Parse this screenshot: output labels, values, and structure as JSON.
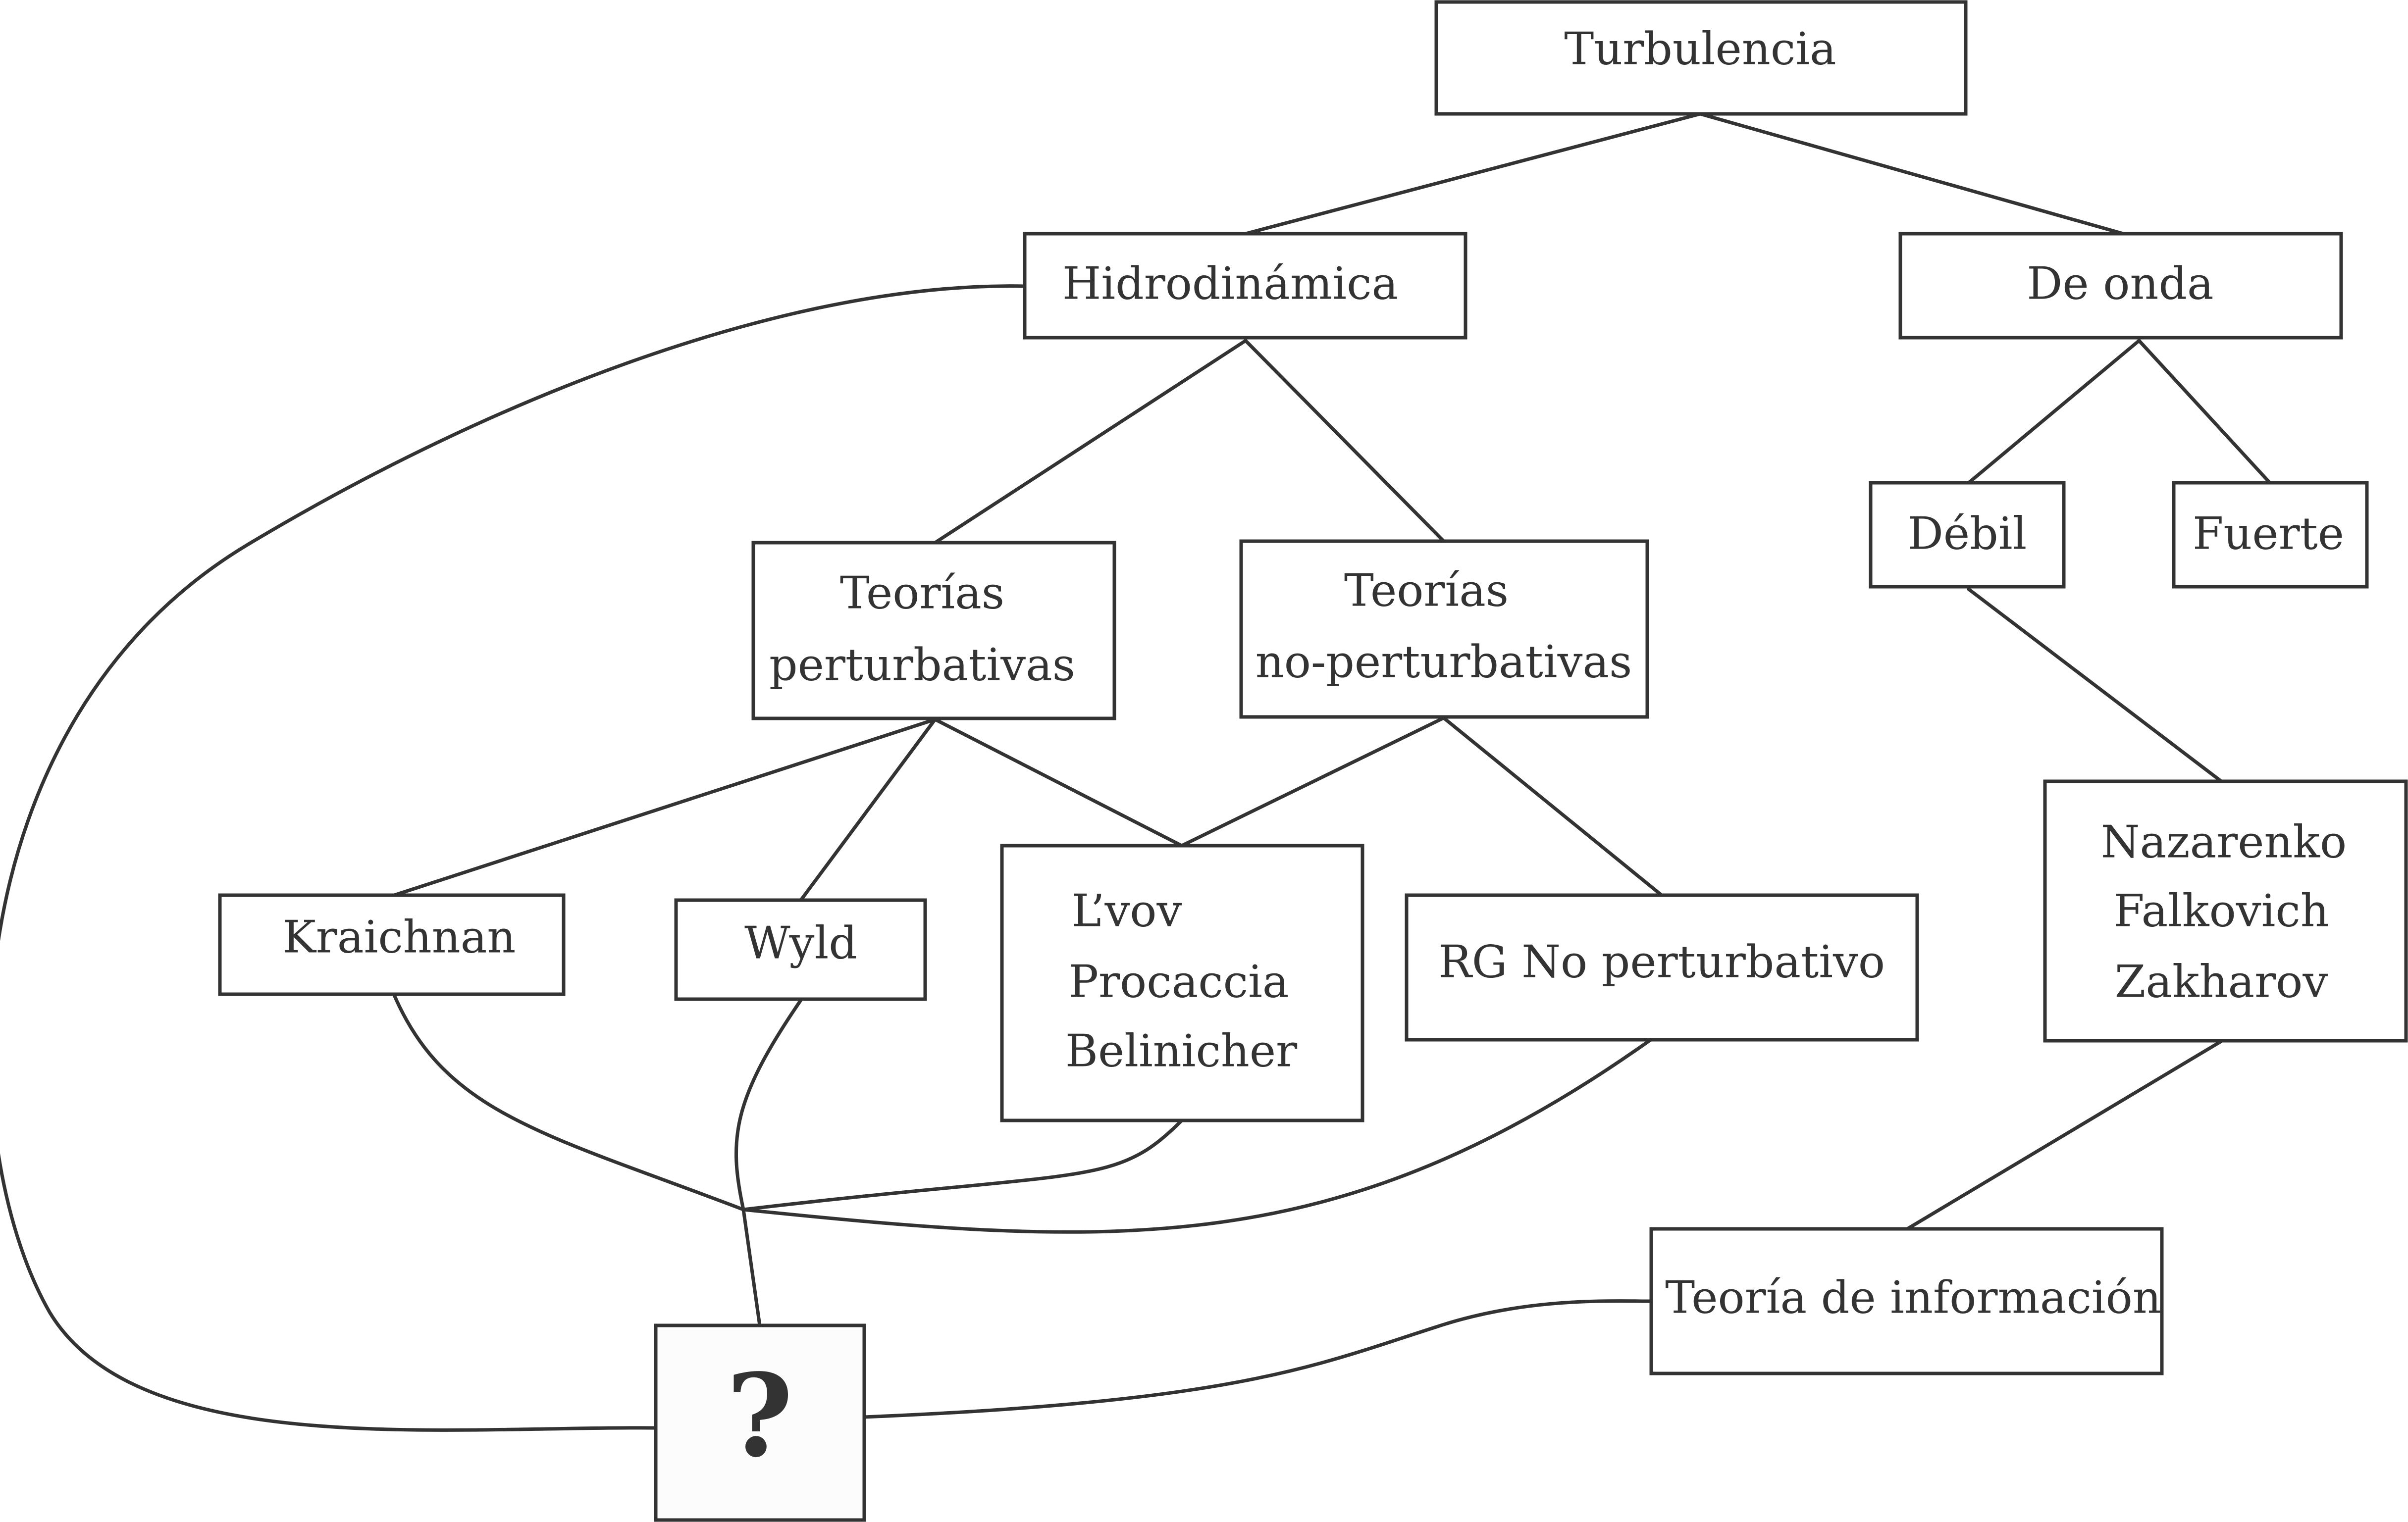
{
  "nodes": {
    "turbulencia": "Turbulencia",
    "hidrodinamica": "Hidrodinámica",
    "de_onda": "De onda",
    "debil": "Débil",
    "fuerte": "Fuerte",
    "teorias_pert": [
      "Teorías",
      "perturbativas"
    ],
    "teorias_nopert": [
      "Teorías",
      "no-perturbativas"
    ],
    "kraichnan": "Kraichnan",
    "wyld": "Wyld",
    "lvov": [
      "L’vov",
      "Procaccia",
      "Belinicher"
    ],
    "rg": "RG No perturbativo",
    "nazarenko": [
      "Nazarenko",
      "Falkovich",
      "Zakharov"
    ],
    "teoria_info": "Teoría de información",
    "question": "?"
  }
}
